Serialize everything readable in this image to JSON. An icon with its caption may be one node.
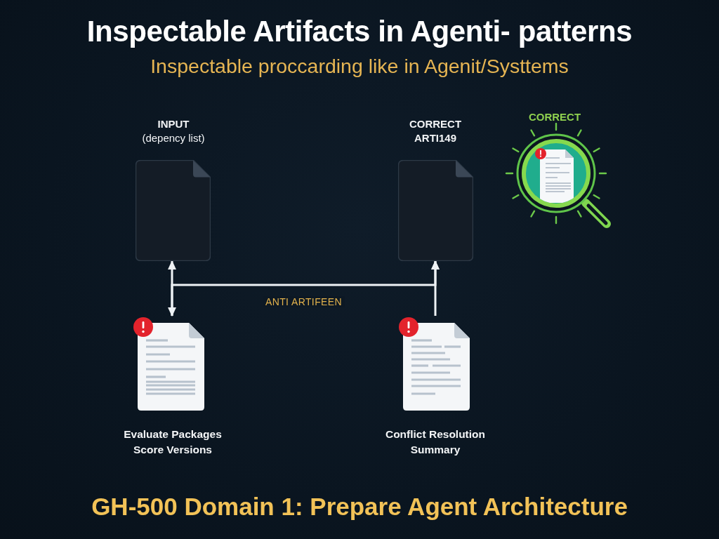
{
  "diagram": {
    "title": "Inspectable Artifacts in Agenti- patterns",
    "caption": "GH-500 Domain 1: Prepare Agent Architecture",
    "nodes": [
      {
        "text": [
          "INPUT",
          "(depency list)"
        ]
      },
      {
        "text": [
          "CORRECT ARTI149"
        ]
      },
      {
        "text": [
          "CORRECT"
        ]
      },
      {
        "text": [
          "Evaluate Packages Score Versions"
        ]
      },
      {
        "text": [
          "Conflict Resolution Summary"
        ]
      }
    ],
    "edges": [
      {
        "from": 0,
        "to": 3,
        "arrow": "both"
      },
      {
        "from": 4,
        "to": 1,
        "arrow": "to"
      },
      {
        "from": 3,
        "to": 1,
        "arrow": "to",
        "label": "ANTI ARTIFEEN"
      }
    ],
    "labels": [
      "Inspectable proccarding like in Agenit/Systtems"
    ]
  }
}
